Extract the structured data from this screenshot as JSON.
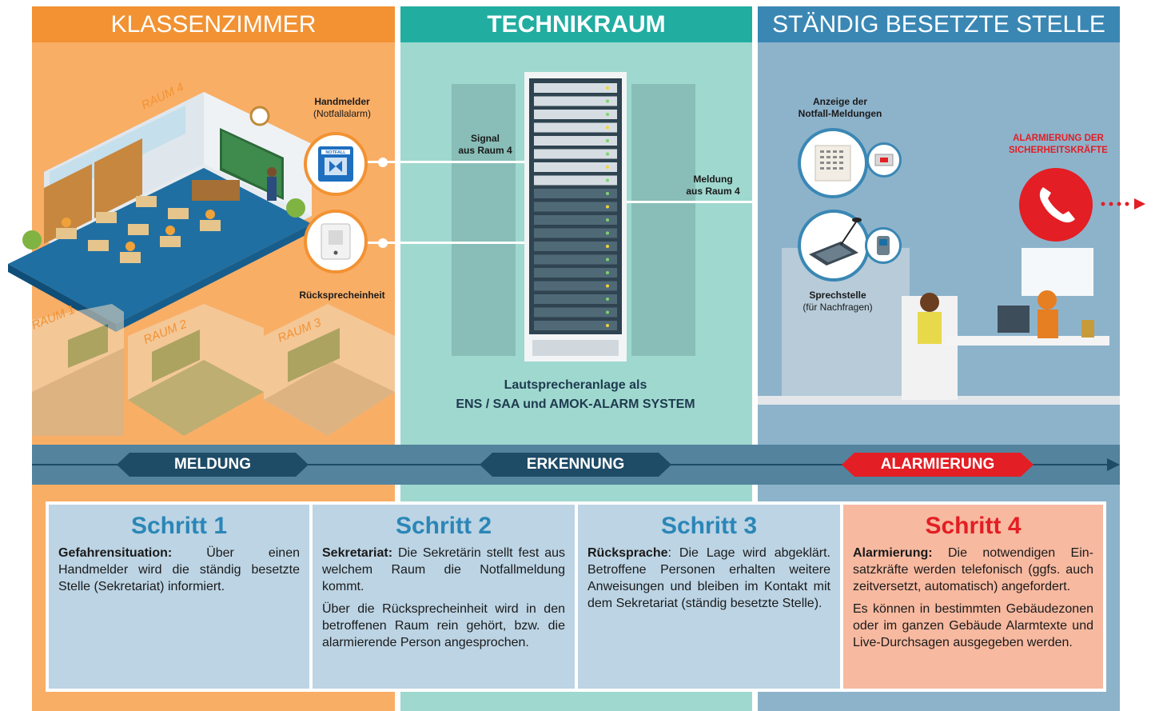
{
  "columns": {
    "klassenzimmer": {
      "title": "KLASSENZIMMER",
      "room_labels": [
        "RAUM 4",
        "RAUM 1",
        "RAUM 2",
        "RAUM 3"
      ]
    },
    "technikraum": {
      "title": "TECHNIKRAUM"
    },
    "stelle": {
      "title": "STÄNDIG BESETZTE STELLE"
    }
  },
  "devices": {
    "handmelder_title": "Handmelder",
    "handmelder_sub": "(Notfallalarm)",
    "handmelder_box_text": "NOTFALL",
    "ruecksprech": "Rücksprecheinheit",
    "signal_line1": "Signal",
    "signal_line2": "aus Raum 4",
    "meldung_line1": "Meldung",
    "meldung_line2": "aus Raum 4",
    "system_line1": "Lautsprecheranlage als",
    "system_line2": "ENS / SAA und AMOK-ALARM SYSTEM",
    "anzeige_line1": "Anzeige der",
    "anzeige_line2": "Notfall-Meldungen",
    "sprechstelle_title": "Sprechstelle",
    "sprechstelle_sub": "(für Nachfragen)",
    "alarm_line1": "ALARMIERUNG DER",
    "alarm_line2": "SICHERHEITSKRÄFTE"
  },
  "timeline": {
    "phases": [
      "MELDUNG",
      "ERKENNUNG",
      "ALARMIERUNG"
    ]
  },
  "steps": [
    {
      "title": "Schritt 1",
      "key": "Gefahrensituation:",
      "text": " Über einen Handmelder wird die ständig be­setzte Stelle (Sekretariat) informiert."
    },
    {
      "title": "Schritt 2",
      "key": "Sekretariat:",
      "text": " Die Sekretärin stellt fest aus welchem Raum die Notfallmel­dung kommt.",
      "text2": "Über die Rücksprecheinheit wird in den betroffenen Raum rein gehört, bzw. die alarmierende Person an­gesprochen."
    },
    {
      "title": "Schritt 3",
      "key": "Rücksprache",
      "text": ": Die Lage wird abge­klärt. Betroffene Personen erhalten weitere Anweisungen und bleiben im Kontakt mit dem Sekretariat (ständig besetzte Stelle)."
    },
    {
      "title": "Schritt 4",
      "key": "Alarmierung:",
      "text": " Die notwendigen Ein­satzkräfte werden telefonisch (ggfs. auch zeitversetzt, automatisch) an­gefordert.",
      "text2": "Es können in bestimmten Gebäu­dezonen oder im ganzen Gebäude Alarmtexte und Live-Durchsagen ausgegeben werden."
    }
  ],
  "colors": {
    "orange": "#f29232",
    "orange_light": "#f9ae66",
    "teal": "#22ada1",
    "teal_light": "#9fd8cf",
    "blue": "#3a87b4",
    "blue_light": "#8db3cb",
    "navy": "#1e4b66",
    "red": "#e31e24",
    "step_blue": "#2b86b7"
  },
  "icons": [
    "phone-icon",
    "server-rack-icon",
    "emergency-button-icon",
    "intercom-icon",
    "display-panel-icon",
    "microphone-icon"
  ]
}
